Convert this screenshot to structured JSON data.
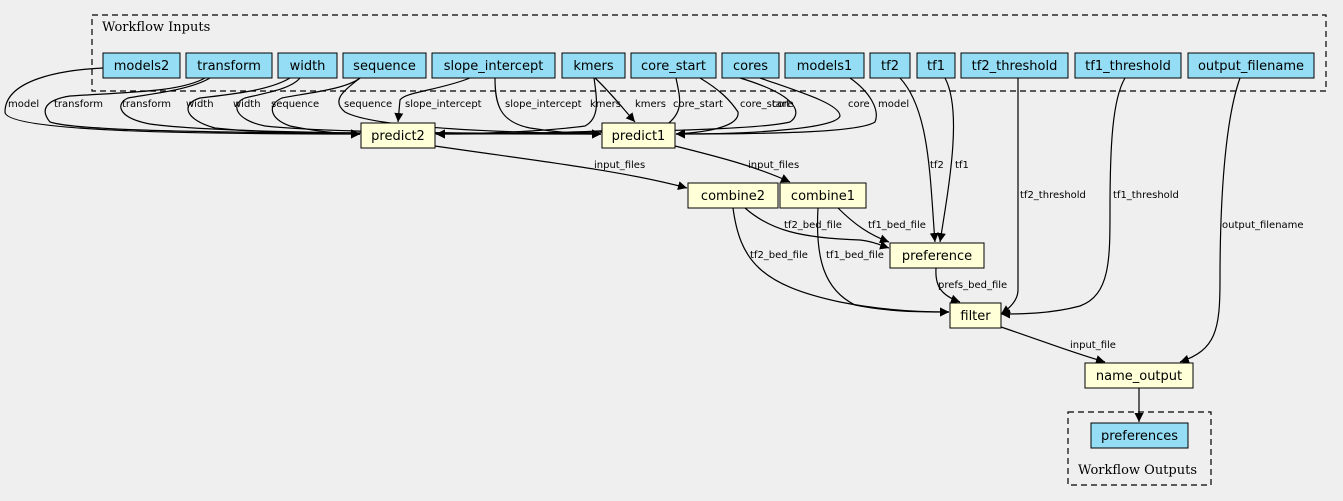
{
  "colors": {
    "background": "#efefef",
    "input_fill": "#94ddf4",
    "step_fill": "#ffffd8"
  },
  "clusters": {
    "inputs_label": "Workflow Inputs",
    "outputs_label": "Workflow Outputs"
  },
  "inputs": [
    "models2",
    "transform",
    "width",
    "sequence",
    "slope_intercept",
    "kmers",
    "core_start",
    "cores",
    "models1",
    "tf2",
    "tf1",
    "tf2_threshold",
    "tf1_threshold",
    "output_filename"
  ],
  "steps": [
    "predict2",
    "predict1",
    "combine2",
    "combine1",
    "preference",
    "filter",
    "name_output"
  ],
  "outputs": [
    "preferences"
  ],
  "edges": [
    {
      "from": "models2",
      "to": "predict2",
      "label": "model"
    },
    {
      "from": "transform",
      "to": "predict2",
      "label": "transform"
    },
    {
      "from": "transform",
      "to": "predict1",
      "label": "transform"
    },
    {
      "from": "width",
      "to": "predict2",
      "label": "width"
    },
    {
      "from": "width",
      "to": "predict1",
      "label": "width"
    },
    {
      "from": "sequence",
      "to": "predict2",
      "label": "sequence"
    },
    {
      "from": "sequence",
      "to": "predict1",
      "label": "sequence"
    },
    {
      "from": "slope_intercept",
      "to": "predict2",
      "label": "slope_intercept"
    },
    {
      "from": "slope_intercept",
      "to": "predict1",
      "label": "slope_intercept"
    },
    {
      "from": "kmers",
      "to": "predict2",
      "label": "kmers"
    },
    {
      "from": "kmers",
      "to": "predict1",
      "label": "kmers"
    },
    {
      "from": "core_start",
      "to": "predict2",
      "label": "core_start"
    },
    {
      "from": "core_start",
      "to": "predict1",
      "label": "core_start"
    },
    {
      "from": "cores",
      "to": "predict2",
      "label": "core"
    },
    {
      "from": "cores",
      "to": "predict1",
      "label": "core"
    },
    {
      "from": "models1",
      "to": "predict1",
      "label": "model"
    },
    {
      "from": "predict2",
      "to": "combine2",
      "label": "input_files"
    },
    {
      "from": "predict1",
      "to": "combine1",
      "label": "input_files"
    },
    {
      "from": "tf2",
      "to": "preference",
      "label": "tf2"
    },
    {
      "from": "tf1",
      "to": "preference",
      "label": "tf1"
    },
    {
      "from": "combine2",
      "to": "preference",
      "label": "tf2_bed_file"
    },
    {
      "from": "combine1",
      "to": "preference",
      "label": "tf1_bed_file"
    },
    {
      "from": "combine2",
      "to": "filter",
      "label": "tf2_bed_file"
    },
    {
      "from": "combine1",
      "to": "filter",
      "label": "tf1_bed_file"
    },
    {
      "from": "preference",
      "to": "filter",
      "label": "prefs_bed_file"
    },
    {
      "from": "tf2_threshold",
      "to": "filter",
      "label": "tf2_threshold"
    },
    {
      "from": "tf1_threshold",
      "to": "filter",
      "label": "tf1_threshold"
    },
    {
      "from": "filter",
      "to": "name_output",
      "label": "input_file"
    },
    {
      "from": "output_filename",
      "to": "name_output",
      "label": "output_filename"
    },
    {
      "from": "name_output",
      "to": "preferences",
      "label": ""
    }
  ]
}
